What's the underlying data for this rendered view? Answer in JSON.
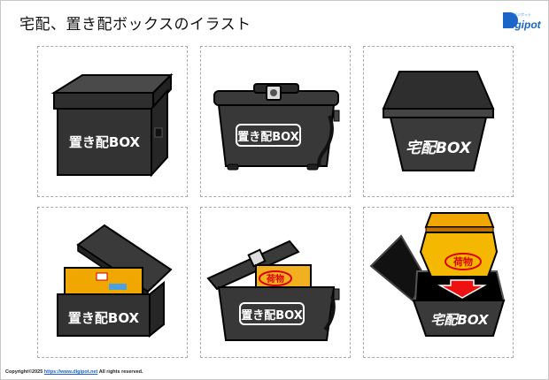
{
  "title": "宅配、置き配ボックスのイラスト",
  "logo": {
    "text": "Digipot",
    "sub": "デジポット"
  },
  "panels": [
    {
      "label": "置き配BOX",
      "state": "closed-lid"
    },
    {
      "label": "置き配BOX",
      "state": "closed-latch"
    },
    {
      "label": "宅配BOX",
      "state": "closed-hex"
    },
    {
      "label": "置き配BOX",
      "state": "open-with-parcel"
    },
    {
      "label": "置き配BOX",
      "state": "open-latch-with-parcel",
      "parcel_label": "荷物"
    },
    {
      "label": "宅配BOX",
      "state": "parcel-dropping",
      "parcel_label": "荷物"
    }
  ],
  "footer": {
    "prefix": "Copyright©2025 ",
    "link": "https://www.digipot.net",
    "suffix": " All rights reserved."
  },
  "colors": {
    "box": "#3a3a3a",
    "lid": "#2a2a2a",
    "parcel": "#f0a800",
    "arrow": "#ee1111",
    "link": "#1a5fd0"
  }
}
